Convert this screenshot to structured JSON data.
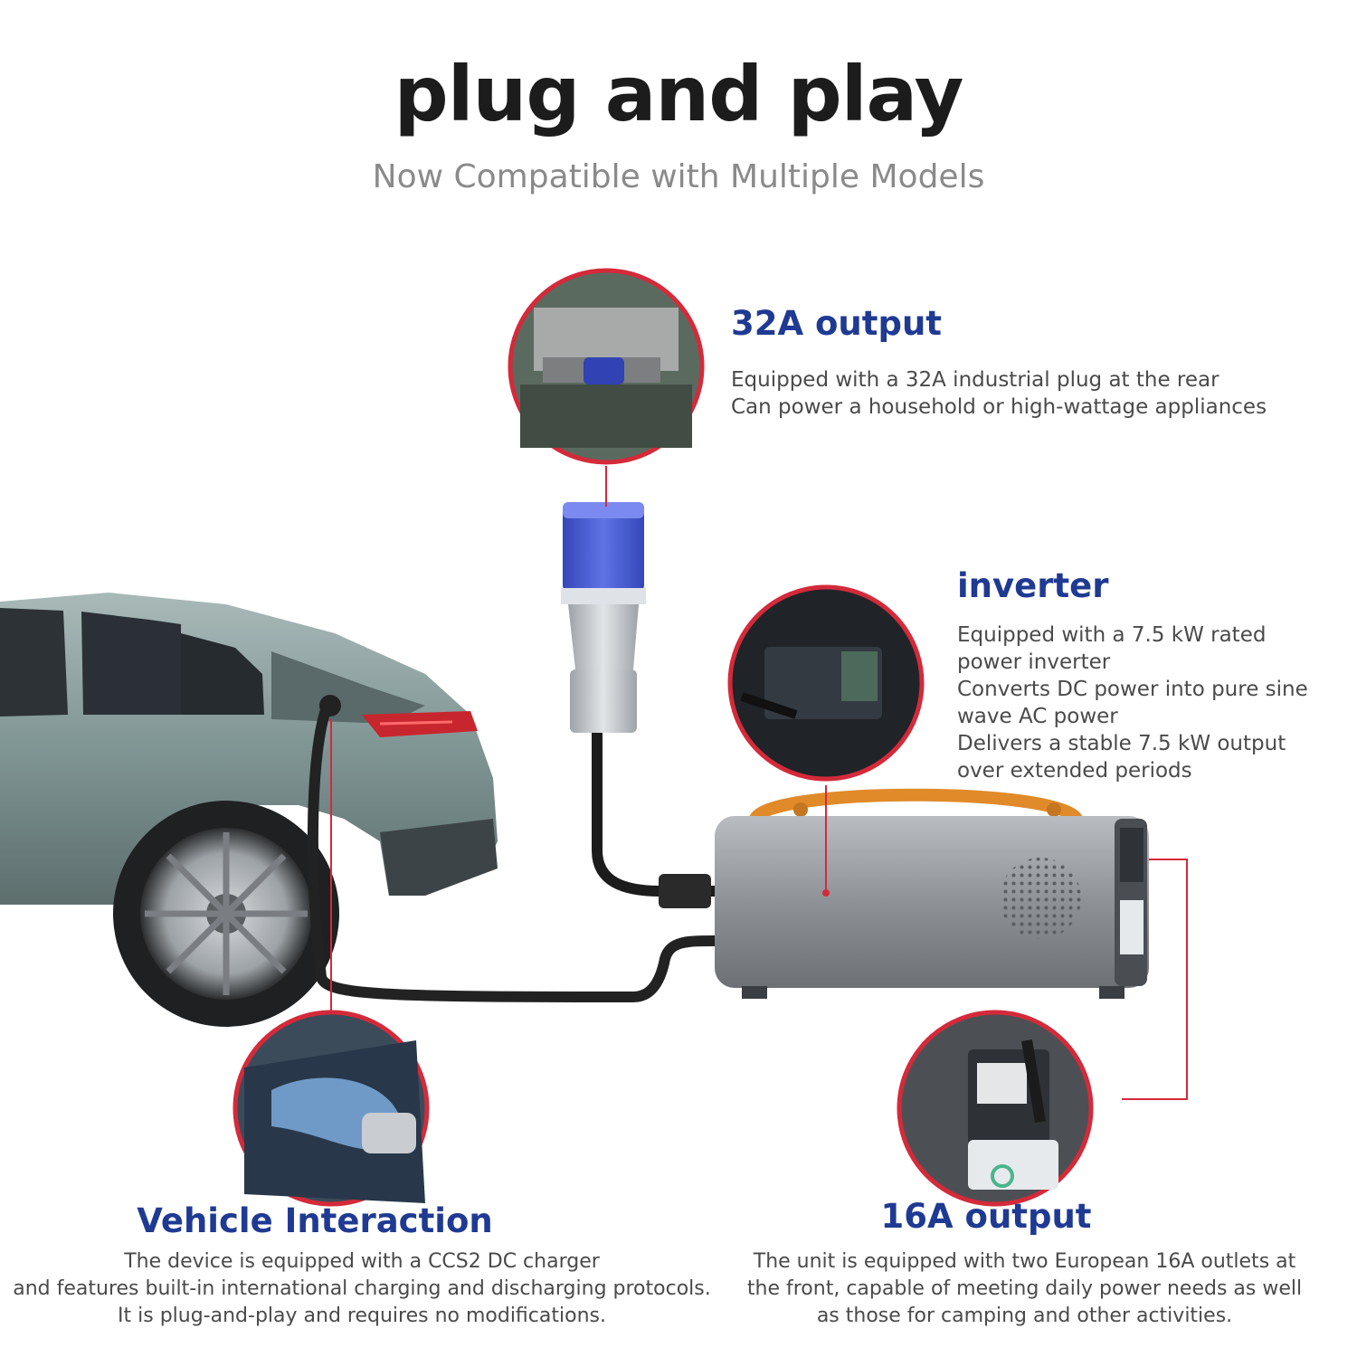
{
  "header": {
    "title": "plug and play",
    "subtitle": "Now Compatible with Multiple Models"
  },
  "features": {
    "output32a": {
      "title": "32A output",
      "lines": [
        "Equipped with a 32A industrial plug at the rear",
        "Can power a household or high-wattage appliances"
      ]
    },
    "inverter": {
      "title": "inverter",
      "lines": [
        "Equipped with a 7.5 kW rated",
        "power inverter",
        "Converts DC power into pure sine",
        "wave AC power",
        "Delivers a stable 7.5 kW output",
        "over extended periods"
      ]
    },
    "vehicle": {
      "title": "Vehicle Interaction",
      "lines": [
        "The device is equipped with a CCS2 DC charger",
        "and features built-in international charging and discharging protocols.",
        "It is plug-and-play and requires no modifications."
      ]
    },
    "output16a": {
      "title": "16A output",
      "lines": [
        "The unit is equipped with two European 16A outlets at",
        "the front, capable of meeting daily power needs as well",
        "as those for camping and other activities."
      ]
    }
  },
  "colors": {
    "accent_red": "#d42a3a",
    "title_blue": "#1f3a93",
    "plug_blue": "#4a5fd6",
    "handle_orange": "#e08a2a",
    "car_body": "#7f9594"
  },
  "icons": [
    "ev-car-illustration",
    "industrial-plug-icon",
    "inverter-unit-illustration",
    "detail-callout-circle"
  ]
}
